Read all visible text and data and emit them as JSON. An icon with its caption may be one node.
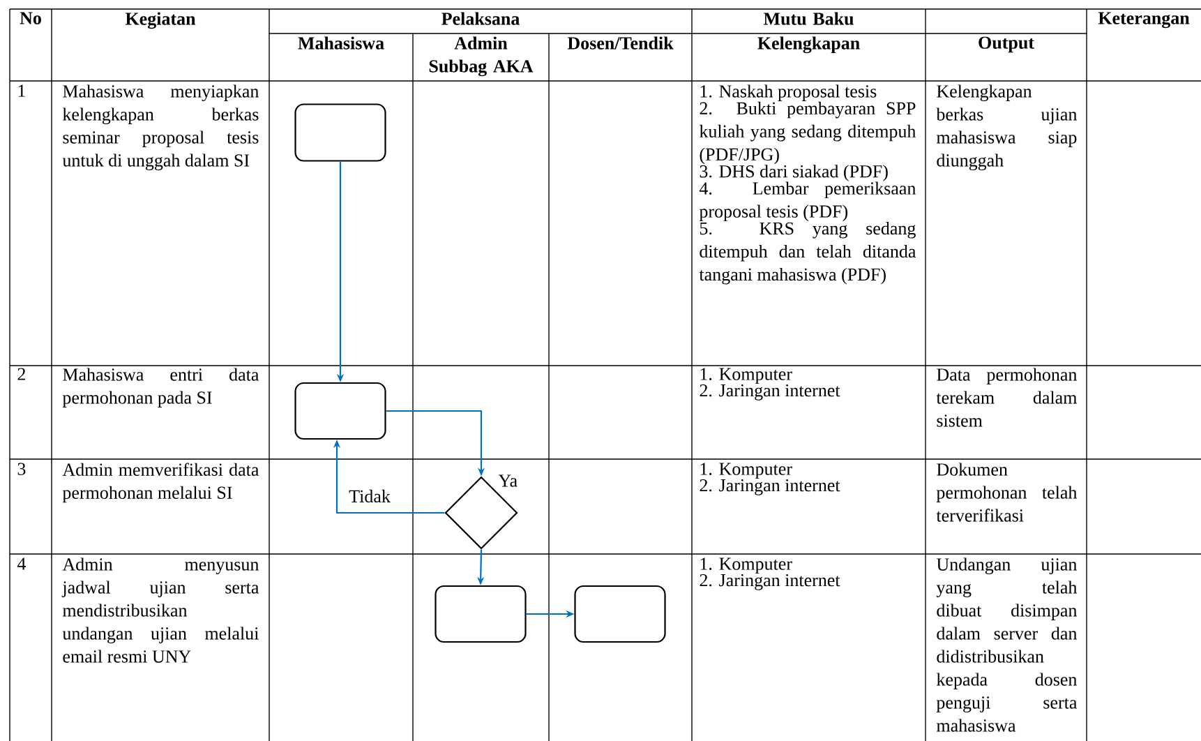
{
  "diagram": {
    "nodes": [
      {
        "text": [],
        "shape": "box"
      },
      {
        "text": [],
        "shape": "box"
      },
      {
        "text": [],
        "shape": "diamond",
        "beside": [
          "Ya"
        ]
      },
      {
        "text": [],
        "shape": "box"
      },
      {
        "text": [],
        "shape": "box"
      }
    ],
    "edges": [
      {
        "from": 0,
        "to": 1,
        "arrow": "to"
      },
      {
        "from": 1,
        "to": 2,
        "arrow": "to"
      },
      {
        "from": 2,
        "to": 1,
        "arrow": "to",
        "label": "Tidak"
      },
      {
        "from": 2,
        "to": 3,
        "arrow": "to"
      },
      {
        "from": 3,
        "to": 4,
        "arrow": "to"
      }
    ],
    "labels": [
      "No",
      "Kegiatan",
      "Pelaksana",
      "Mutu Baku",
      "Keterangan",
      "Mahasiswa",
      "Admin Subbag AKA",
      "Dosen/Tendik",
      "Kelengkapan",
      "Output",
      "1",
      "Mahasiswa menyiapkan kelengkapan berkas seminar proposal tesis untuk di unggah dalam SI",
      "1. Naskah proposal tesis",
      "2. Bukti pembayaran SPP kuliah yang sedang ditempuh (PDF/JPG)",
      "3. DHS dari siakad (PDF)",
      "4. Lembar pemeriksaan proposal tesis (PDF)",
      "5. KRS yang sedang ditempuh dan telah ditanda tangani mahasiswa (PDF)",
      "Kelengkapan berkas ujian mahasiswa siap diunggah",
      "2",
      "Mahasiswa entri data permohonan pada SI",
      "1. Komputer",
      "2. Jaringan internet",
      "Data permohonan terekam dalam sistem",
      "3",
      "Admin memverifikasi data permohonan melalui SI",
      "1. Komputer",
      "2. Jaringan internet",
      "Dokumen permohonan telah terverifikasi",
      "4",
      "Admin menyusun jadwal ujian serta mendistribusikan undangan ujian melalui email resmi UNY",
      "1. Komputer",
      "2. Jaringan internet",
      "Undangan ujian yang telah dibuat disimpan dalam server dan didistribusikan kepada dosen penguji serta mahasiswa"
    ]
  }
}
